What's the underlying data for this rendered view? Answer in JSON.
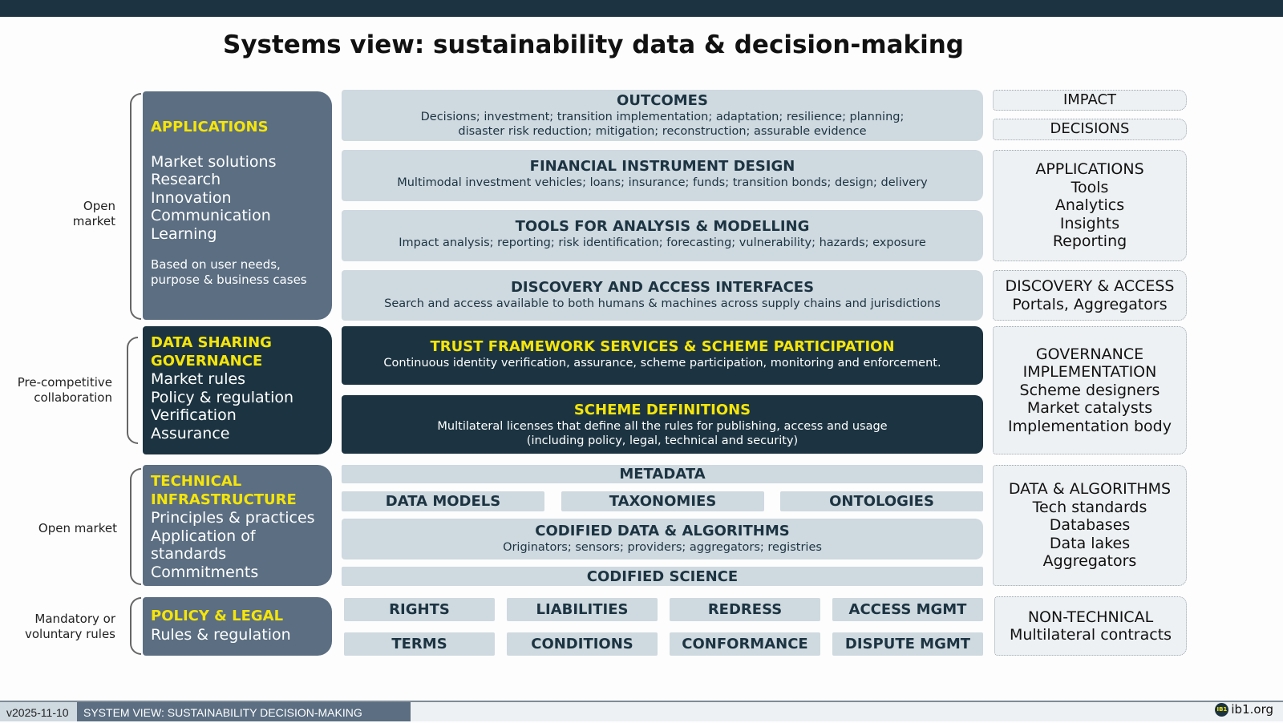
{
  "title": "Systems view: sustainability data & decision-making",
  "side_labels": {
    "open_market_1": "Open market",
    "pre_competitive": "Pre-competitive collaboration",
    "open_market_2": "Open market",
    "mandatory": "Mandatory or voluntary rules"
  },
  "left": {
    "applications": {
      "title": "APPLICATIONS",
      "items": [
        "Market solutions",
        "Research",
        "Innovation",
        "Communication",
        "Learning"
      ],
      "note": "Based on user needs, purpose & business cases"
    },
    "data_sharing": {
      "title": "DATA SHARING GOVERNANCE",
      "items": [
        "Market rules",
        "Policy & regulation",
        "Verification",
        "Assurance"
      ]
    },
    "technical": {
      "title": "TECHNICAL INFRASTRUCTURE",
      "items": [
        "Principles & practices",
        "Application of standards",
        "Commitments"
      ]
    },
    "policy": {
      "title": "POLICY & LEGAL",
      "items": [
        "Rules & regulation"
      ]
    }
  },
  "middle": {
    "outcomes": {
      "title": "OUTCOMES",
      "desc": "Decisions; investment; transition implementation; adaptation; resilience; planning;",
      "desc2": "disaster risk reduction; mitigation; reconstruction; assurable evidence"
    },
    "financial": {
      "title": "FINANCIAL INSTRUMENT DESIGN",
      "desc": "Multimodal investment vehicles; loans; insurance; funds; transition bonds; design; delivery"
    },
    "tools": {
      "title": "TOOLS FOR ANALYSIS & MODELLING",
      "desc": "Impact analysis; reporting; risk identification; forecasting; vulnerability; hazards; exposure"
    },
    "discovery": {
      "title": "DISCOVERY AND ACCESS INTERFACES",
      "desc": "Search and access available to both humans & machines across supply chains and jurisdictions"
    },
    "trust": {
      "title": "TRUST FRAMEWORK SERVICES & SCHEME PARTICIPATION",
      "desc": "Continuous identity verification, assurance, scheme participation, monitoring and enforcement."
    },
    "scheme": {
      "title": "SCHEME DEFINITIONS",
      "desc": "Multilateral licenses that define all the rules for publishing, access and usage",
      "desc2": "(including policy, legal, technical and security)"
    },
    "metadata": "METADATA",
    "models": [
      "DATA MODELS",
      "TAXONOMIES",
      "ONTOLOGIES"
    ],
    "codified": {
      "title": "CODIFIED DATA & ALGORITHMS",
      "desc": "Originators; sensors; providers; aggregators; registries"
    },
    "science": "CODIFIED SCIENCE",
    "legal_row1": [
      "RIGHTS",
      "LIABILITIES",
      "REDRESS",
      "ACCESS MGMT"
    ],
    "legal_row2": [
      "TERMS",
      "CONDITIONS",
      "CONFORMANCE",
      "DISPUTE MGMT"
    ]
  },
  "right": {
    "impact": "IMPACT",
    "decisions": "DECISIONS",
    "applications": [
      "APPLICATIONS",
      "Tools",
      "Analytics",
      "Insights",
      "Reporting"
    ],
    "discovery": [
      "DISCOVERY & ACCESS",
      "Portals, Aggregators"
    ],
    "governance": [
      "GOVERNANCE",
      "IMPLEMENTATION",
      "Scheme designers",
      "Market catalysts",
      "Implementation body"
    ],
    "data": [
      "DATA & ALGORITHMS",
      "Tech standards",
      "Databases",
      "Data lakes",
      "Aggregators"
    ],
    "nontech": [
      "NON-TECHNICAL",
      "Multilateral contracts"
    ]
  },
  "footer": {
    "version": "v2025-11-10",
    "title": "SYSTEM VIEW: SUSTAINABILITY DECISION-MAKING",
    "logo_mark": "IB1",
    "site": "ib1.org"
  },
  "colors": {
    "dark": "#1c3441",
    "slate": "#5b6e82",
    "light": "#cfd9e0",
    "yellow": "#f5e50a"
  }
}
